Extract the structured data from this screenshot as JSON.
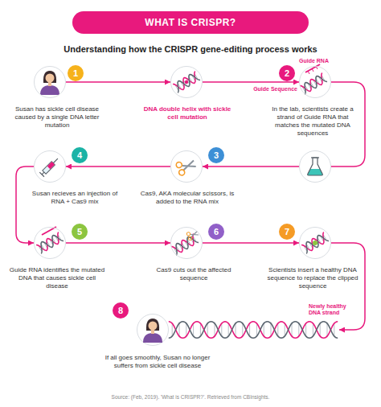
{
  "diagram": {
    "title": "WHAT IS CRISPR?",
    "caption": "Source: (Feb, 2019). 'What is CRISPR?'. Retrieved from CBInsights.",
    "nodes": [
      {
        "text": [
          "1",
          "Susan has sickle cell disease caused by a single DNA letter mutation"
        ]
      },
      {
        "text": [
          "DNA double helix with sickle cell mutation"
        ]
      },
      {
        "text": [
          "2",
          "In the lab, scientists create a strand of Guide RNA that matches the mutated DNA sequences"
        ]
      },
      {
        "text": [
          "3",
          "Cas9, AKA molecular scissors, is added to the RNA mix"
        ]
      },
      {
        "text": [
          "4",
          "Susan recieves an injection of RNA + Cas9 mix"
        ]
      },
      {
        "text": [
          "5",
          "Guide RNA identifies the mutated DNA that causes sickle cell disease"
        ]
      },
      {
        "text": [
          "6",
          "Cas9 cuts out the affected sequence"
        ]
      },
      {
        "text": [
          "7",
          "Scientists insert a healthy DNA sequence to replace the clipped sequence"
        ]
      },
      {
        "text": [
          "8",
          "If all goes smoothly, Susan no longer suffers from sickle cell disease"
        ]
      }
    ],
    "edges": [
      {
        "from": 0,
        "to": 1,
        "arrow": "to"
      },
      {
        "from": 1,
        "to": 2,
        "arrow": "to"
      },
      {
        "from": 2,
        "to": 3,
        "arrow": "to"
      },
      {
        "from": 3,
        "to": 4,
        "arrow": "to"
      },
      {
        "from": 4,
        "to": 5,
        "arrow": "to"
      },
      {
        "from": 5,
        "to": 6,
        "arrow": "to"
      },
      {
        "from": 6,
        "to": 7,
        "arrow": "to"
      },
      {
        "from": 7,
        "to": 8,
        "arrow": "to"
      }
    ],
    "labels": [
      "Understanding how the CRISPR gene-editing process works",
      "Guide RNA",
      "Guide Sequence",
      "Newly healthy DNA strand"
    ]
  }
}
